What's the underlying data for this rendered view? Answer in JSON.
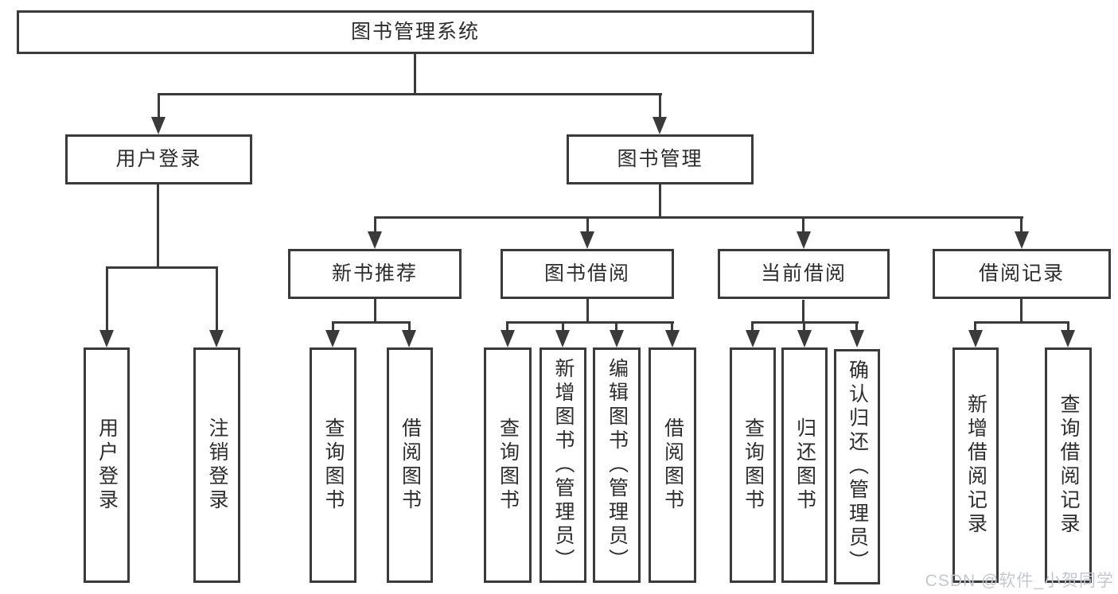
{
  "colors": {
    "line": "#3a3a3a",
    "box_border": "#3a3a3a",
    "box_background": "#ffffff",
    "text": "#2d2d2d",
    "watermark": "#c4c8cd",
    "page_background": "#ffffff"
  },
  "watermark": {
    "text": "CSDN @软件_小贺同学"
  },
  "tree": {
    "root": {
      "label": "图书管理系统"
    },
    "branches": [
      {
        "label": "用户登录",
        "children": [
          {
            "label": "用户登录"
          },
          {
            "label": "注销登录"
          }
        ]
      },
      {
        "label": "图书管理",
        "children": [
          {
            "label": "新书推荐",
            "children": [
              {
                "label": "查询图书"
              },
              {
                "label": "借阅图书"
              }
            ]
          },
          {
            "label": "图书借阅",
            "children": [
              {
                "label": "查询图书"
              },
              {
                "label": "新增图书（管理员）"
              },
              {
                "label": "编辑图书（管理员）"
              },
              {
                "label": "借阅图书"
              }
            ]
          },
          {
            "label": "当前借阅",
            "children": [
              {
                "label": "查询图书"
              },
              {
                "label": "归还图书"
              },
              {
                "label": "确认归还（管理员）"
              }
            ]
          },
          {
            "label": "借阅记录",
            "children": [
              {
                "label": "新增借阅记录"
              },
              {
                "label": "查询借阅记录"
              }
            ]
          }
        ]
      }
    ]
  }
}
